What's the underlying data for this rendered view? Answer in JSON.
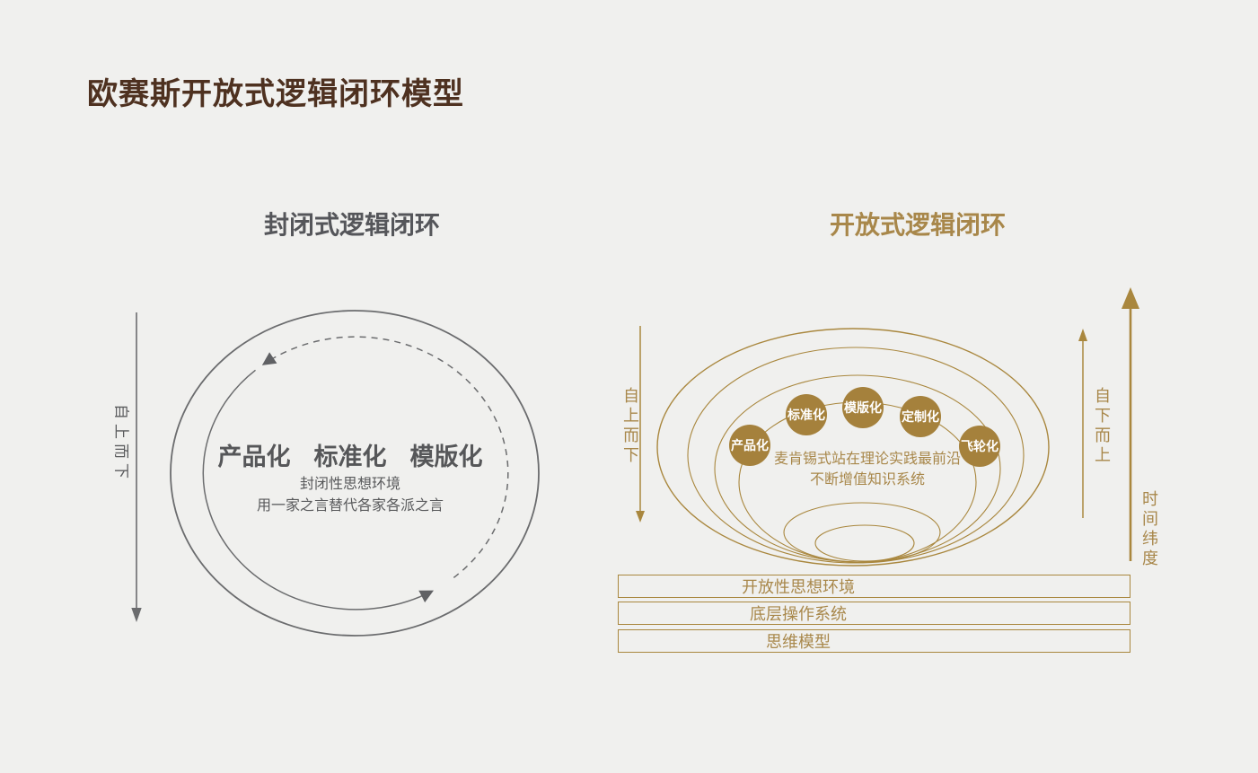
{
  "page": {
    "title": "欧赛斯开放式逻辑闭环模型",
    "background": "#f0f0ee"
  },
  "colors": {
    "title_brown": "#4e3120",
    "gold_line": "#a9873e",
    "gold_text": "#a8874a",
    "gold_circle_fill": "#a5813c",
    "gray_text": "#58595b",
    "gray_line": "#6b6c6e"
  },
  "left_diagram": {
    "heading": "封闭式逻辑闭环",
    "axis_top_down": "自上而下",
    "keywords": [
      "产品化",
      "标准化",
      "模版化"
    ],
    "desc_line1": "封闭性思想环境",
    "desc_line2": "用一家之言替代各家各派之言"
  },
  "right_diagram": {
    "heading": "开放式逻辑闭环",
    "axis_top_down": "自上而下",
    "axis_bottom_up": "自下而上",
    "axis_time": "时间纬度",
    "nodes": [
      "产品化",
      "标准化",
      "模版化",
      "定制化",
      "飞轮化"
    ],
    "center_line1": "麦肯锡式站在理论实践最前沿",
    "center_line2": "不断增值知识系统",
    "layers": [
      "开放性思想环境",
      "底层操作系统",
      "思维模型"
    ]
  }
}
